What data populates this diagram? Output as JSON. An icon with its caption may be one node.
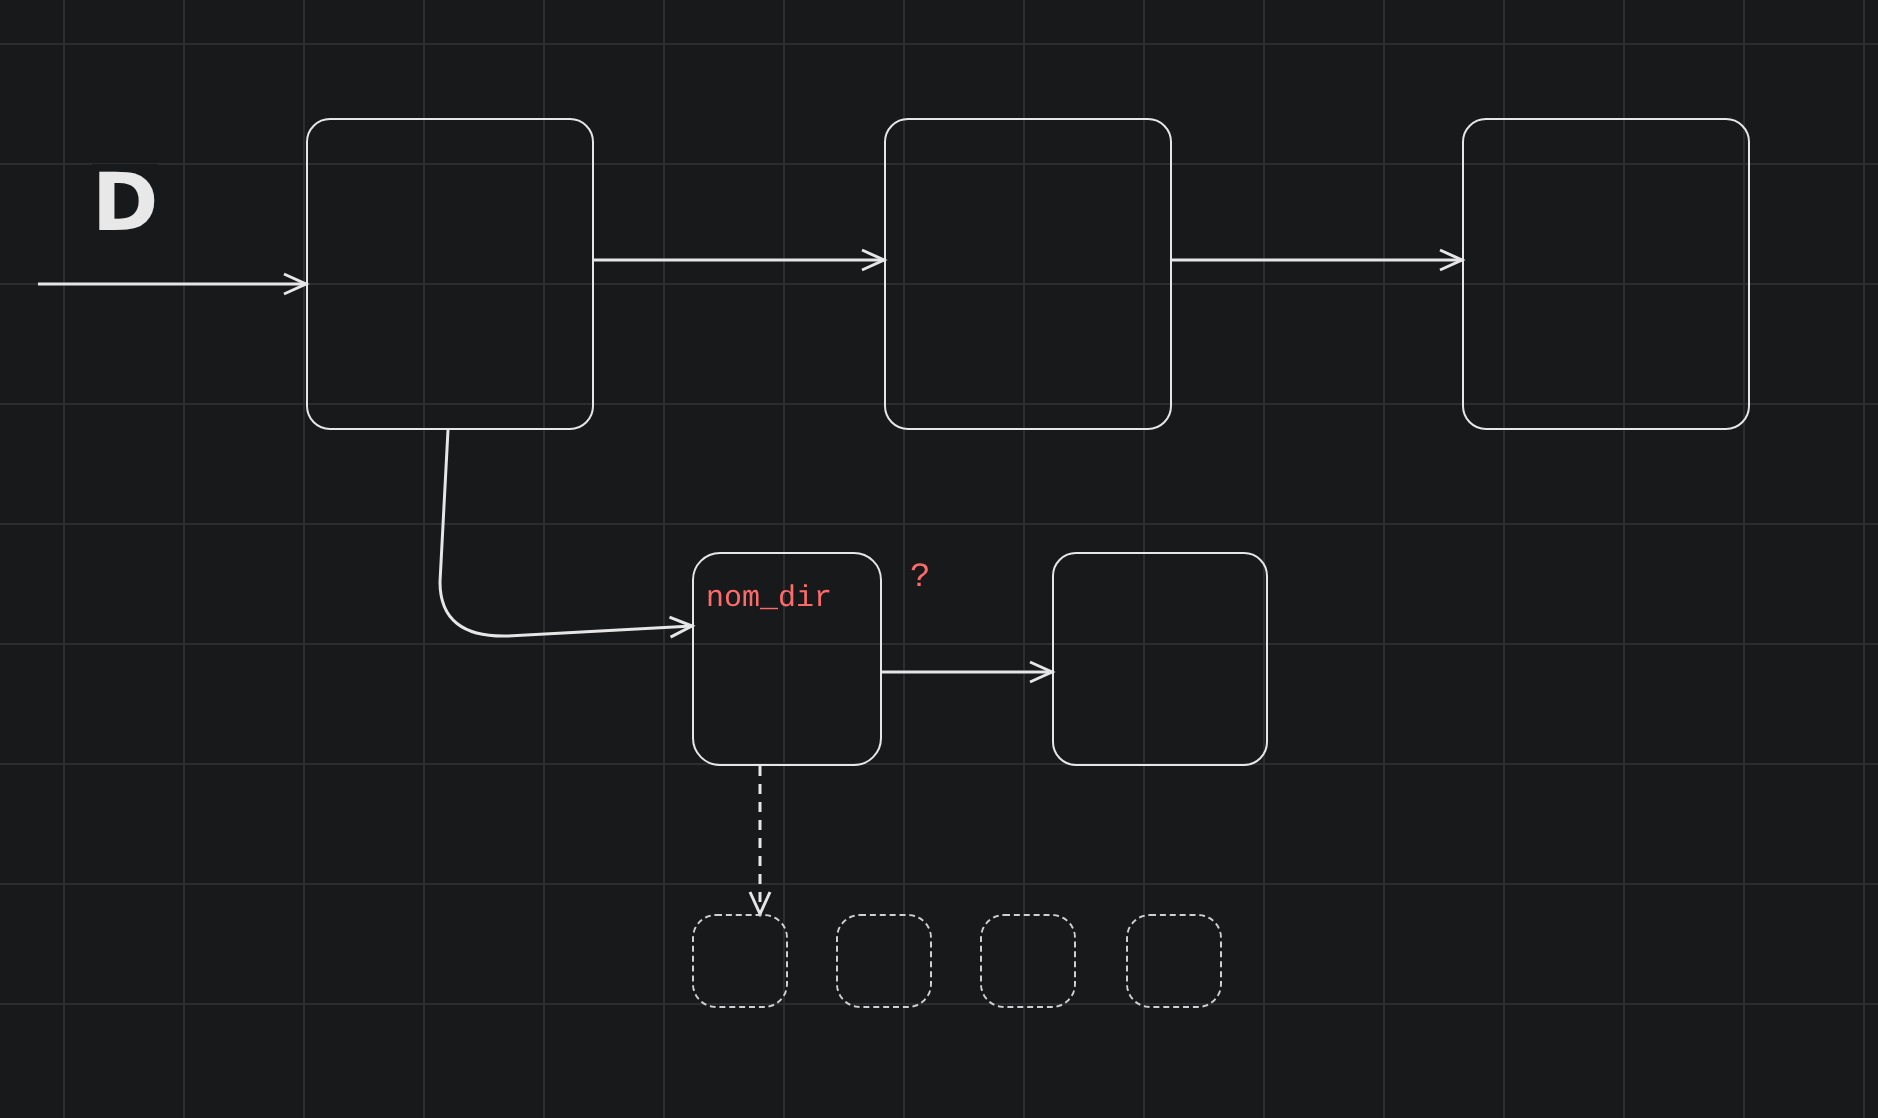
{
  "diagram": {
    "nodes": [
      {
        "text": [],
        "shape": "box"
      },
      {
        "text": [],
        "shape": "box"
      },
      {
        "text": [],
        "shape": "box"
      },
      {
        "text": [
          "nom_dir"
        ],
        "beside": [
          "?"
        ]
      },
      {
        "text": [],
        "shape": "box"
      },
      {
        "text": [],
        "shape": "box"
      },
      {
        "text": [],
        "shape": "box"
      },
      {
        "text": [],
        "shape": "box"
      },
      {
        "text": [],
        "shape": "box"
      }
    ],
    "edges": [
      {
        "from": null,
        "to": 0,
        "arrow": "to",
        "label": "D"
      },
      {
        "from": 0,
        "to": 1,
        "arrow": "to"
      },
      {
        "from": 1,
        "to": 2,
        "arrow": "to"
      },
      {
        "from": 0,
        "to": 3,
        "arrow": "to"
      },
      {
        "from": 3,
        "to": 4,
        "arrow": "to"
      },
      {
        "from": 3,
        "to": 5,
        "arrow": "to",
        "style": "dashed"
      }
    ]
  }
}
